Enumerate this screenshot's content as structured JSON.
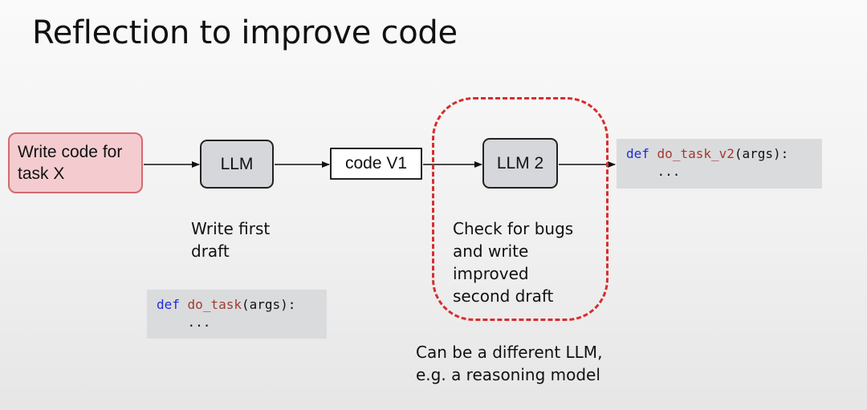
{
  "title": "Reflection to improve code",
  "nodes": {
    "input": "Write code for\ntask X",
    "llm": "LLM",
    "code_v1": "code V1",
    "llm2": "LLM 2"
  },
  "captions": {
    "first_draft": "Write first\ndraft",
    "check": "Check for bugs\nand write\nimproved\nsecond draft",
    "different_llm": "Can be a different LLM,\ne.g. a reasoning model"
  },
  "code_v1_snippet": {
    "keyword": "def",
    "function": "do_task",
    "args": "(args):",
    "body": "    ..."
  },
  "code_v2_snippet": {
    "keyword": "def",
    "function": "do_task_v2",
    "args": "(args):",
    "body": "    ..."
  },
  "colors": {
    "input_fill": "#f4ccd0",
    "input_border": "#d46a6f",
    "llm_fill": "#d6d7da",
    "dashed_border": "#d62e2e",
    "code_keyword": "#1f2bd6",
    "code_function": "#a23a2e",
    "code_background": "#dadbdd"
  }
}
